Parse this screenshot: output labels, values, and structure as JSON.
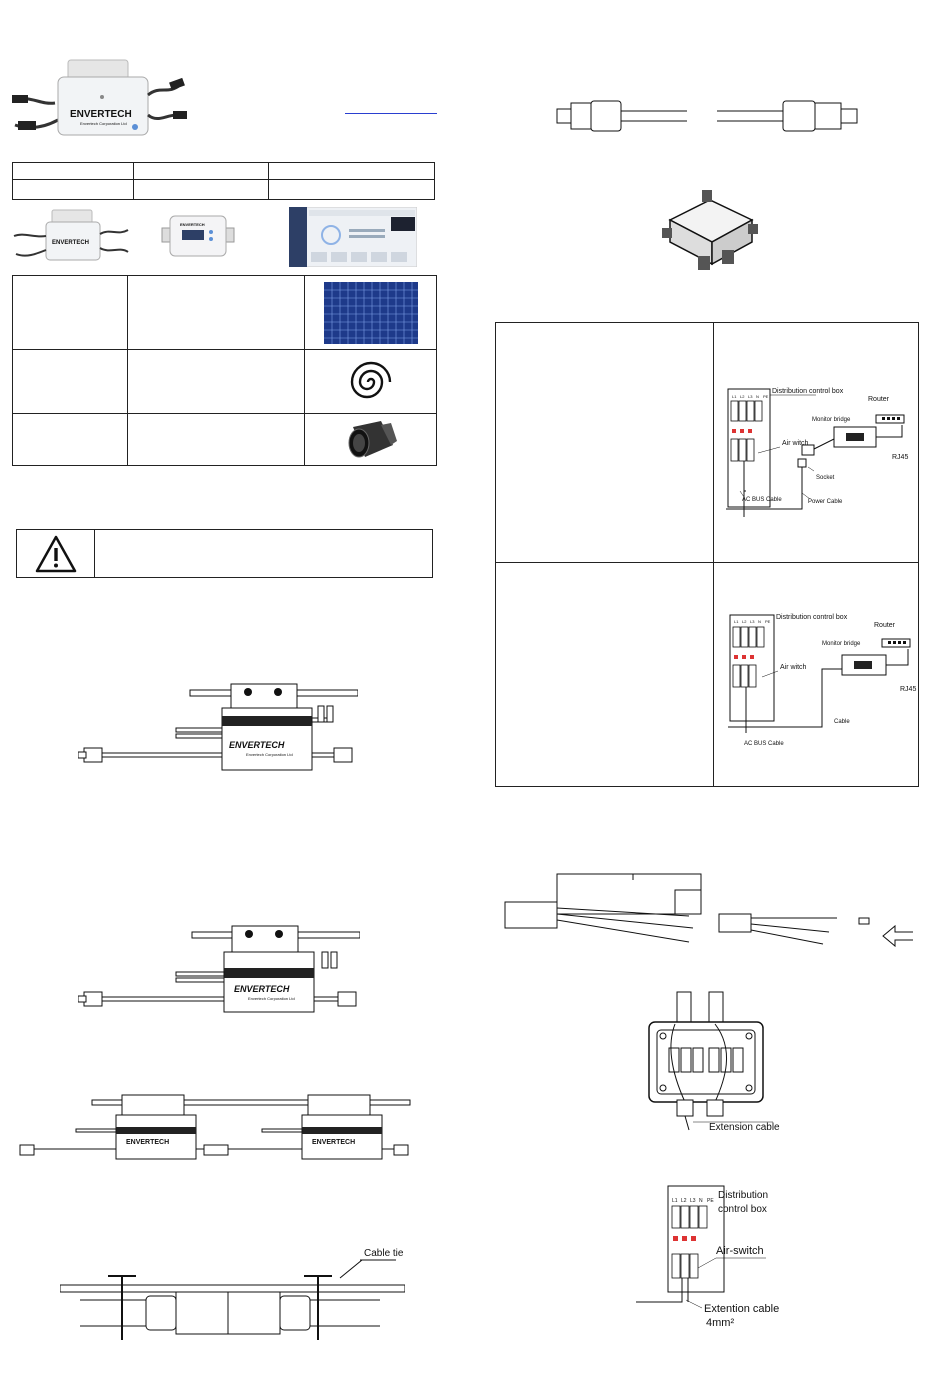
{
  "brand": {
    "name": "ENVERTECH",
    "sub_full": "Envertech Corporation Ltd",
    "sub_short": "Envertech Corporation Ltd"
  },
  "wiring": {
    "distribution_box": "Distribution control box",
    "air_witch": "Air witch",
    "monitor_bridge": "Monitor bridge",
    "router": "Router",
    "rj45": "RJ45",
    "socket": "Socket",
    "power_cable": "Power Cable",
    "ac_bus_cable": "AC BUS Cable",
    "cable": "Cable",
    "breaker_labels": [
      "L1",
      "L2",
      "L3",
      "N",
      "PE"
    ]
  },
  "install": {
    "cable_tie": "Cable tie",
    "extension_cable": "Extension cable",
    "distribution_box_line1": "Distribution",
    "distribution_box_line2": "control box",
    "air_switch": "Air-switch",
    "extention_cable": "Extention cable",
    "wire_size": "4mm²"
  }
}
